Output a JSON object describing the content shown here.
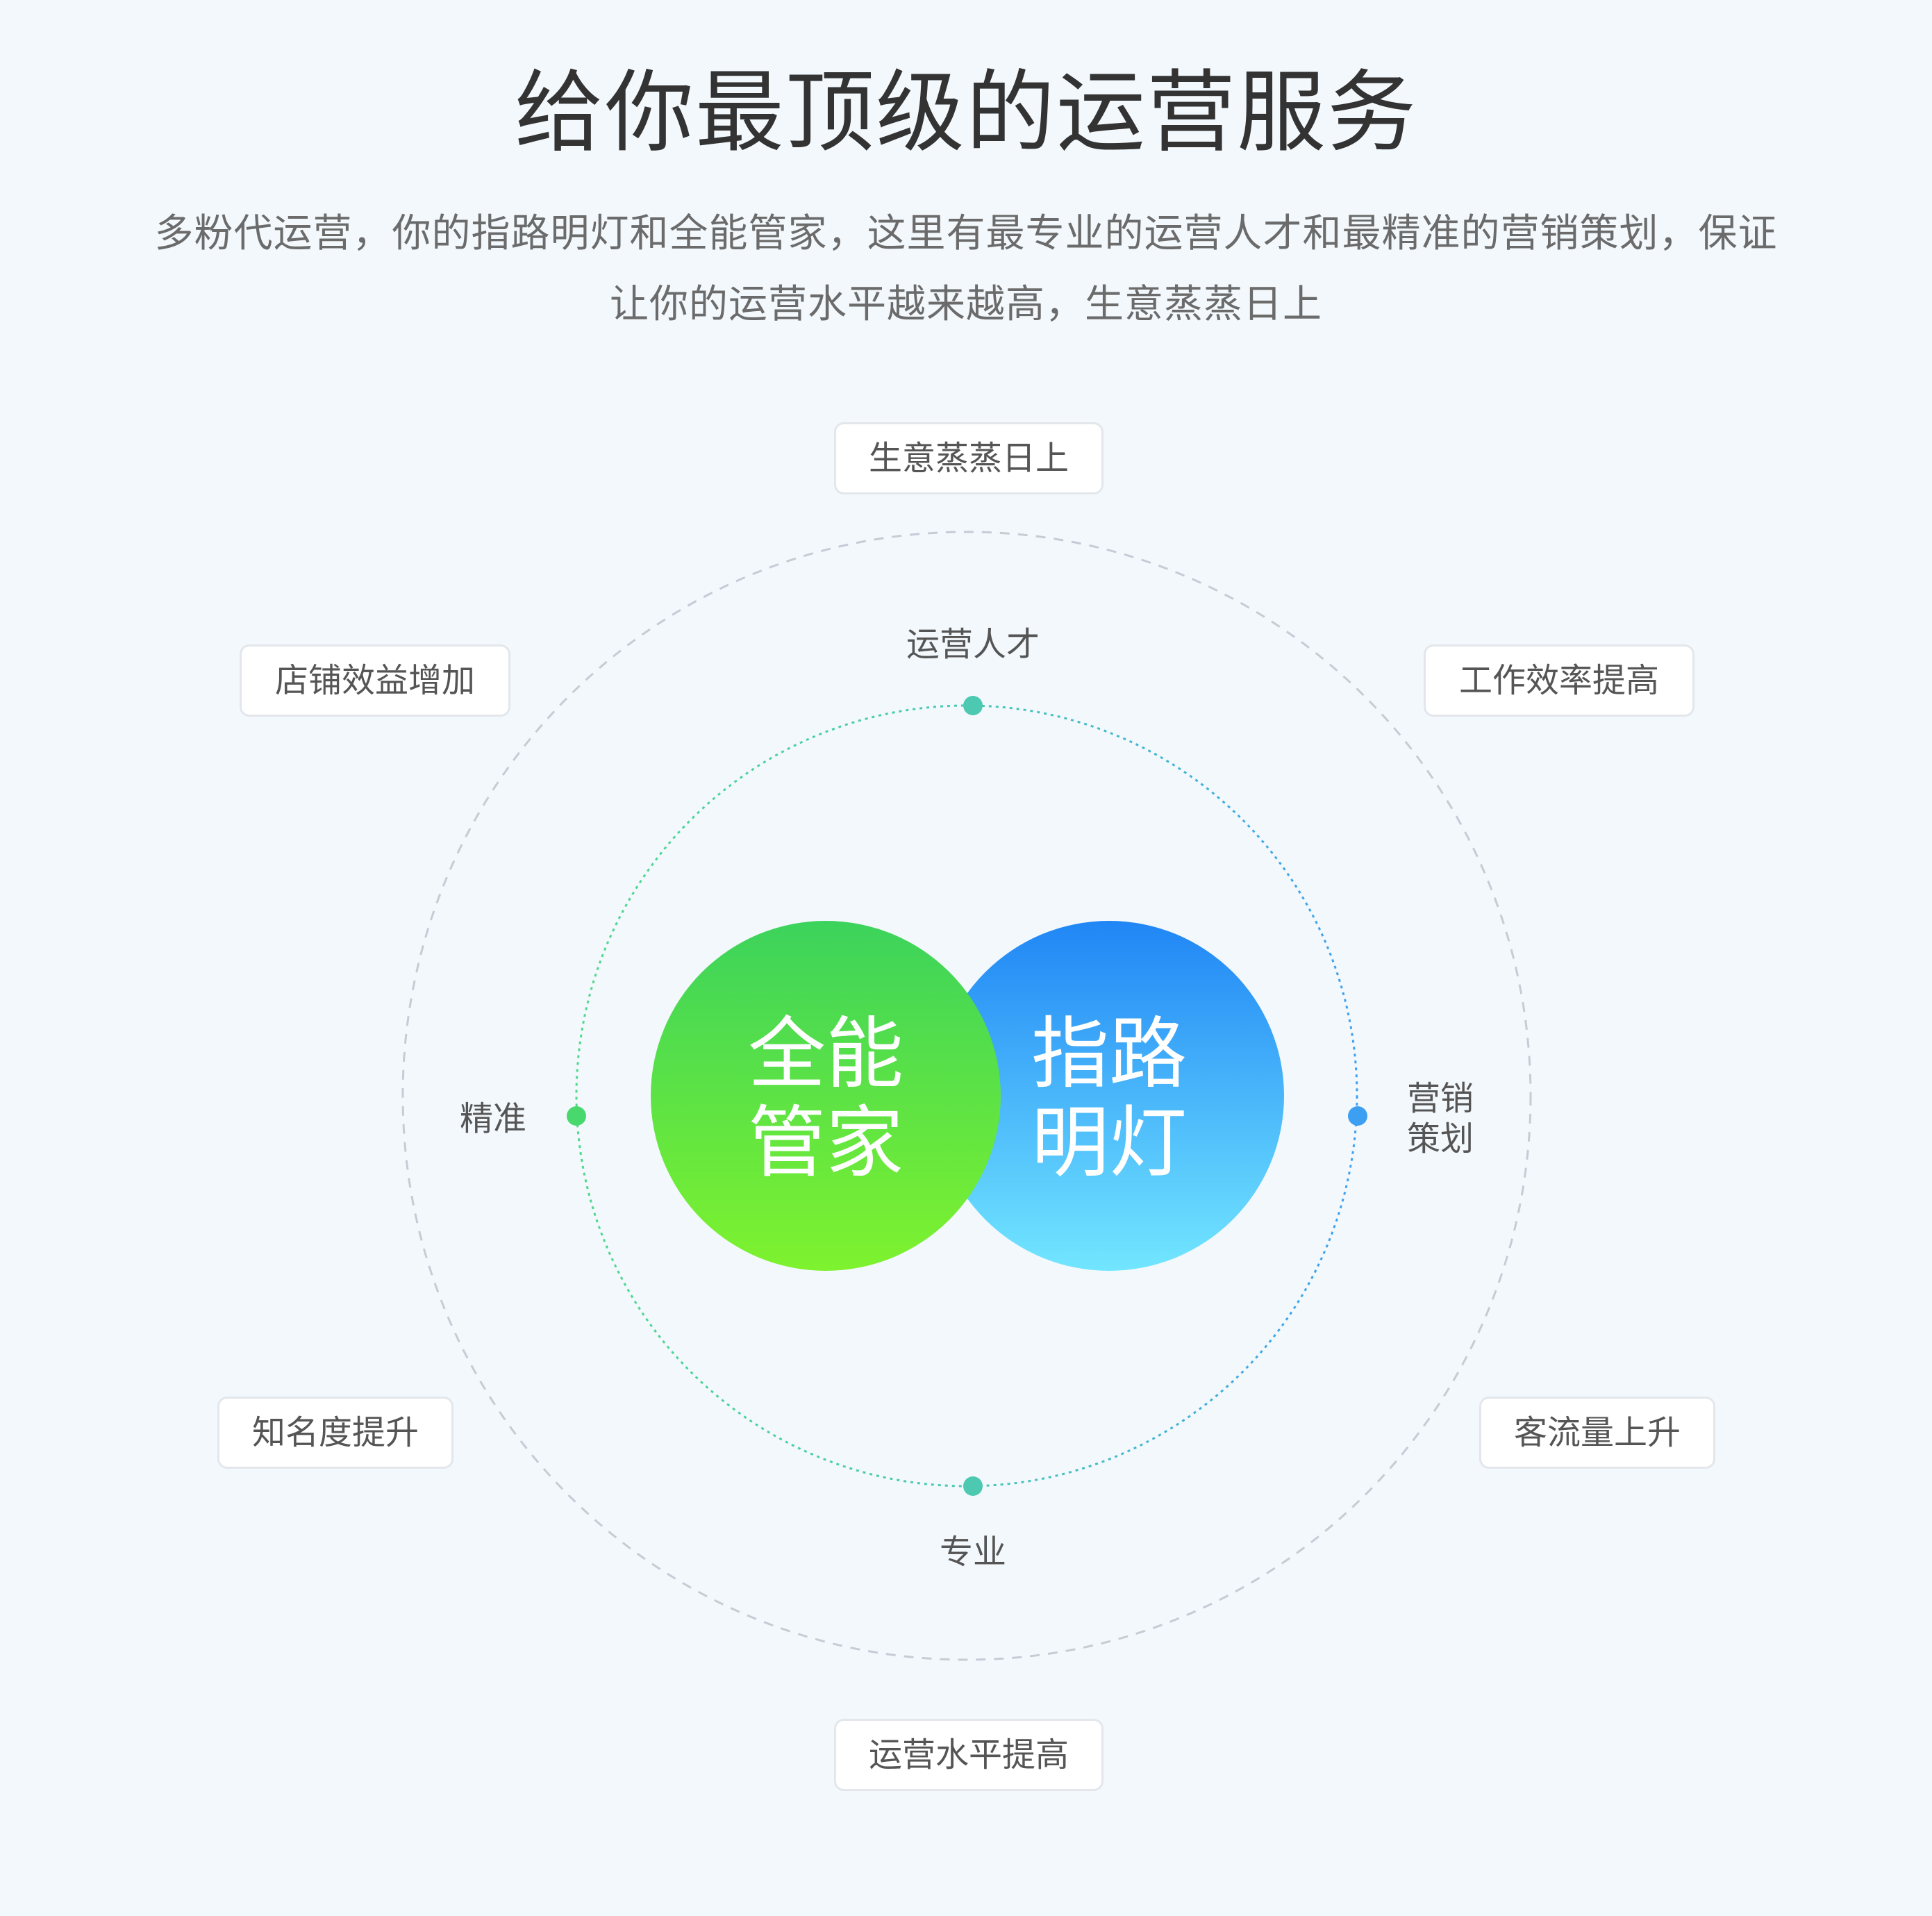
{
  "header": {
    "title": "给你最顶级的运营服务",
    "subtitle_line1": "多粉代运营，你的指路明灯和全能管家，这里有最专业的运营人才和最精准的营销策划，保证",
    "subtitle_line2": "让你的运营水平越来越高，生意蒸蒸日上"
  },
  "colors": {
    "background": "#f3f8fc",
    "green_top": "#3cd35c",
    "green_bottom": "#7ef22e",
    "blue_top": "#2086f5",
    "blue_bottom": "#72e6ff",
    "orbit_dot_teal": "#4cc9b0",
    "orbit_dot_green": "#49d86e",
    "orbit_dot_blue": "#3d9ff2",
    "outer_ring": "#c5ccd6"
  },
  "outer_tags": {
    "top": "生意蒸蒸日上",
    "top_left": "店铺效益增加",
    "top_right": "工作效率提高",
    "bottom_left": "知名度提升",
    "bottom_right": "客流量上升",
    "bottom": "运营水平提高"
  },
  "orbit_labels": {
    "top": "运营人才",
    "left": "精准",
    "right_line1": "营销",
    "right_line2": "策划",
    "bottom": "专业"
  },
  "bubbles": {
    "green_line1": "全能",
    "green_line2": "管家",
    "blue_line1": "指路",
    "blue_line2": "明灯"
  }
}
